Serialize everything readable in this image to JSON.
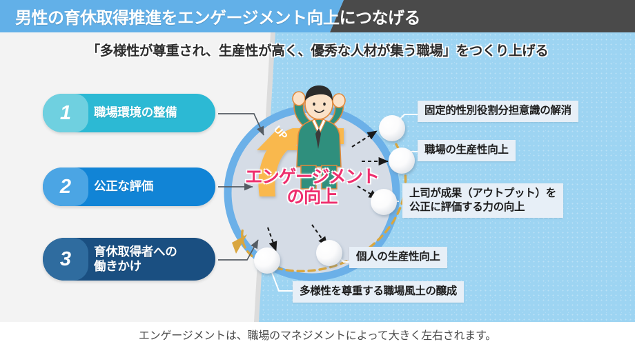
{
  "header": {
    "title": "男性の育休取得推進をエンゲージメント向上につなげる",
    "blue_color": "#62b0e8",
    "dark_color": "#4a4a4a"
  },
  "subtitle": {
    "text": "「多様性が尊重され、生産性が高く、優秀な人材が集う職場」をつくり上げる",
    "highlight_color": "#e9e55c"
  },
  "steps": [
    {
      "number": "1",
      "label": "職場環境の整備",
      "color": "#2cb9d4",
      "num_color": "#6fd0e0"
    },
    {
      "number": "2",
      "label": "公正な評価",
      "color": "#1184d6",
      "num_color": "#4ba5e4"
    },
    {
      "number": "3",
      "label_line1": "育休取得者への",
      "label_line2": "働きかけ",
      "color": "#1a4f81",
      "num_color": "#2f6c9f"
    }
  ],
  "center": {
    "line1": "エンゲージメント",
    "line2": "の向上",
    "color": "#ee2f6e",
    "ring_color": "#6bb0e8",
    "fill_color": "#d5dce6"
  },
  "up_arrow": {
    "label": "UP",
    "color": "#f5b54a"
  },
  "outcomes": [
    {
      "text": "固定的性別役割分担意識の解消"
    },
    {
      "text": "職場の生産性向上"
    },
    {
      "text_line1": "上司が成果（アウトプット）を",
      "text_line2": "公正に評価する力の向上"
    },
    {
      "text": "個人の生産性向上"
    },
    {
      "text": "多様性を尊重する職場風土の醸成"
    }
  ],
  "caption": "エンゲージメントは、職場のマネジメントによって大きく左右されます。",
  "figure": {
    "name": "businessman-cheering",
    "suit_color": "#2f8f7d",
    "hair_color": "#2b2b2b"
  }
}
